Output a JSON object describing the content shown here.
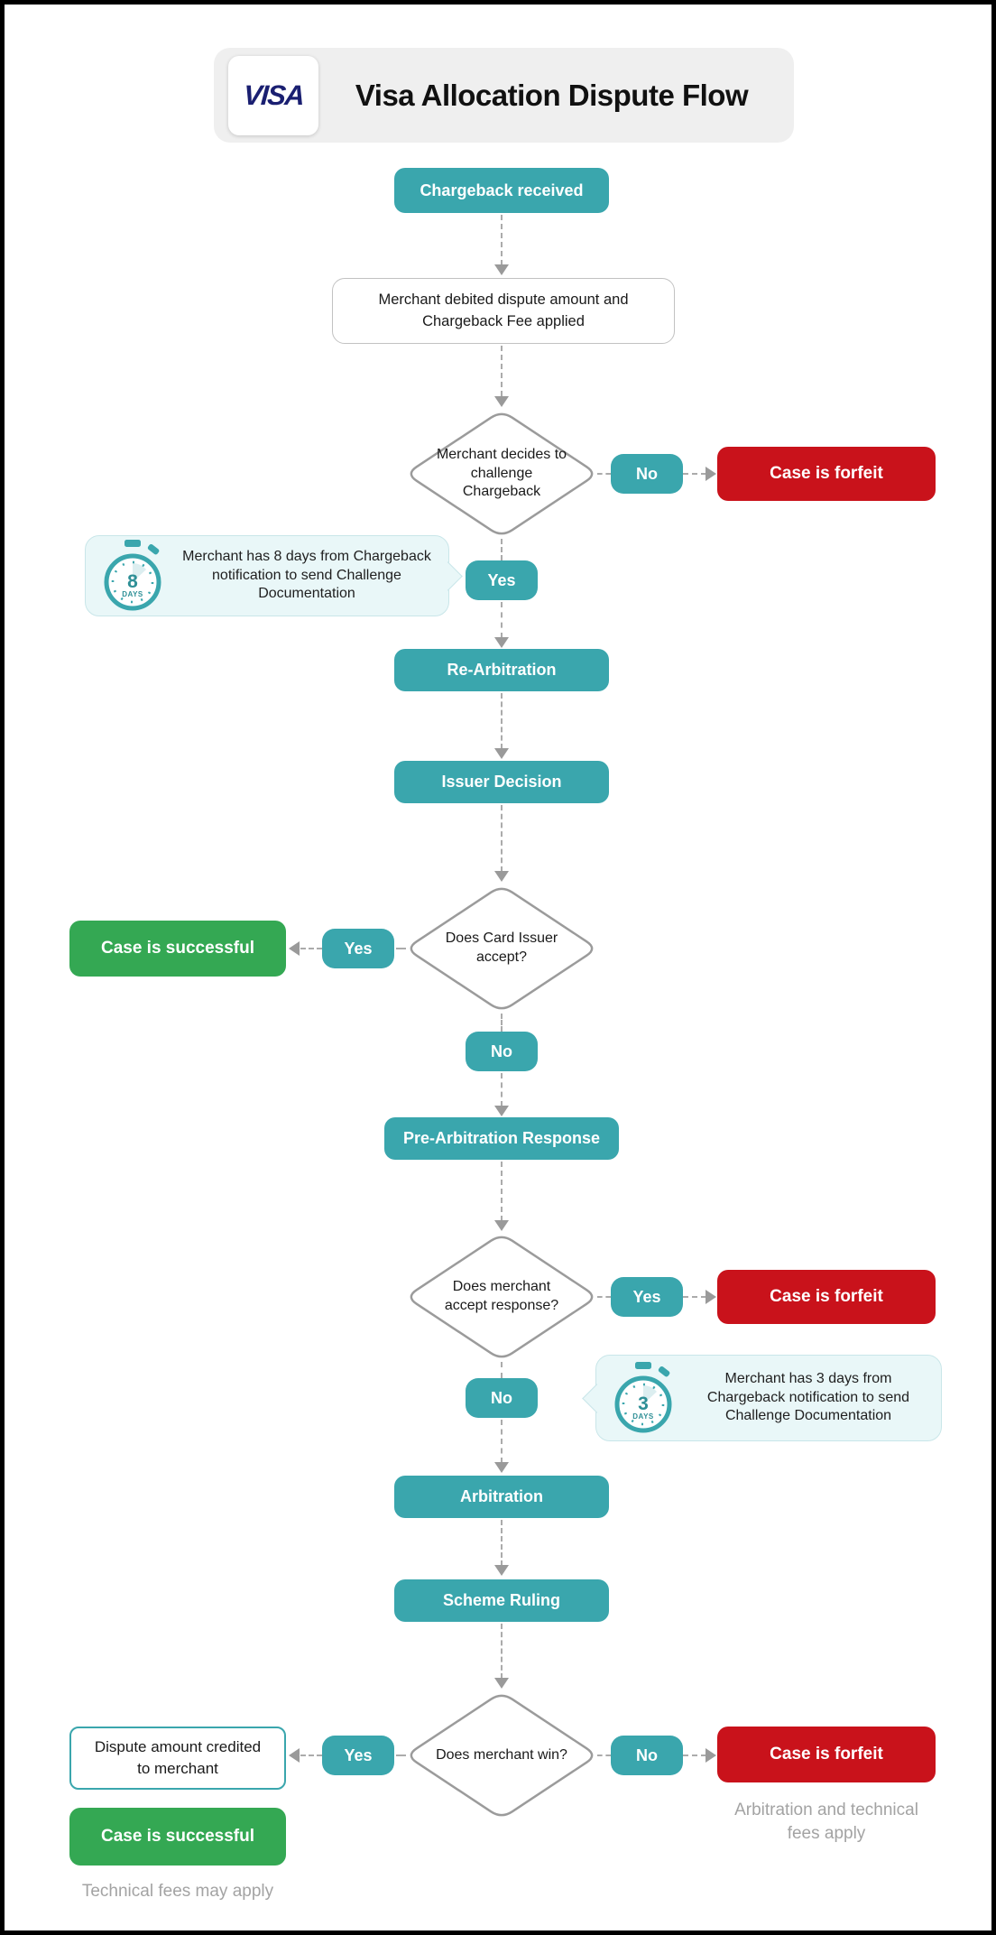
{
  "header": {
    "logo": "VISA",
    "title": "Visa Allocation Dispute Flow"
  },
  "colors": {
    "teal": "#3AA6AD",
    "teal_dark": "#2E8F96",
    "red": "#C9121B",
    "green": "#34A853",
    "visa_navy": "#1A1F71",
    "header_bg": "#EFEFEF",
    "callout_bg": "#E9F7F8",
    "callout_border": "#C9E6E9",
    "connector_gray": "#ABABAB",
    "note_gray": "#A3A3A3"
  },
  "flow": {
    "start": "Chargeback received",
    "debited": "Merchant debited dispute amount and Chargeback Fee applied",
    "d1": "Merchant decides to challenge Chargeback",
    "no1": "No",
    "forfeit1": "Case is forfeit",
    "callout8": {
      "days": "8",
      "unit": "DAYS",
      "text": "Merchant has 8 days from Chargeback notification to send Challenge Documentation"
    },
    "yes1": "Yes",
    "re_arbitration": "Re-Arbitration",
    "issuer_decision": "Issuer Decision",
    "d2": "Does Card Issuer accept?",
    "yes2": "Yes",
    "successful1": "Case is successful",
    "no2": "No",
    "pre_arbitration_response": "Pre-Arbitration Response",
    "d3": "Does merchant accept response?",
    "yes3": "Yes",
    "forfeit2": "Case is forfeit",
    "callout3": {
      "days": "3",
      "unit": "DAYS",
      "text": "Merchant has 3 days from Chargeback notification to send Challenge Documentation"
    },
    "no3": "No",
    "arbitration": "Arbitration",
    "scheme_ruling": "Scheme Ruling",
    "d4": "Does merchant win?",
    "yes4": "Yes",
    "credited": "Dispute amount credited to merchant",
    "successful2": "Case is successful",
    "note_success": "Technical fees may apply",
    "no4": "No",
    "forfeit3": "Case is forfeit",
    "note_forfeit": "Arbitration and technical fees apply"
  }
}
